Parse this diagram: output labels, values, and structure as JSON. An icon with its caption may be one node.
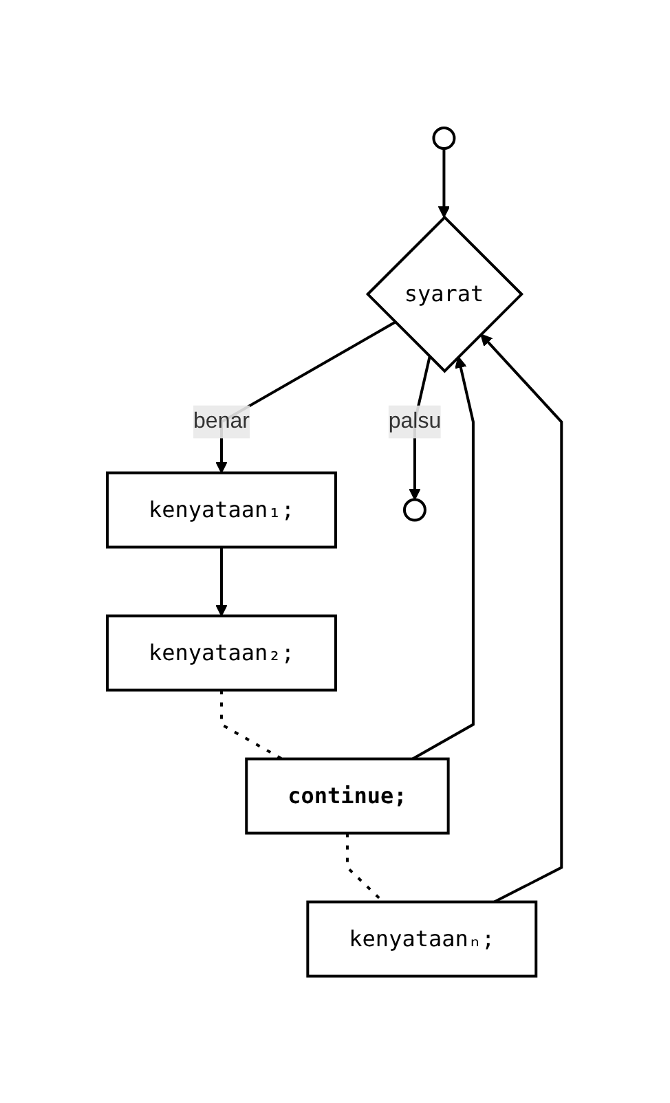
{
  "diagram": {
    "nodes": [
      {
        "text": [],
        "shape": "circle"
      },
      {
        "text": [
          "syarat"
        ]
      },
      {
        "text": [
          "kenyataan₁;"
        ]
      },
      {
        "text": [
          "kenyataan₂;"
        ]
      },
      {
        "text": [
          "continue;"
        ]
      },
      {
        "text": [
          "kenyataanₙ;"
        ]
      },
      {
        "text": [],
        "shape": "circle"
      }
    ],
    "edges": [
      {
        "from": 0,
        "to": 1,
        "arrow": "to"
      },
      {
        "from": 1,
        "to": 2,
        "arrow": "to",
        "label": "benar"
      },
      {
        "from": 2,
        "to": 3,
        "arrow": "to"
      },
      {
        "from": 3,
        "to": 4,
        "arrow": "none",
        "style": "dashed"
      },
      {
        "from": 4,
        "to": 5,
        "arrow": "none",
        "style": "dashed"
      },
      {
        "from": 4,
        "to": 1,
        "arrow": "to"
      },
      {
        "from": 5,
        "to": 1,
        "arrow": "to"
      },
      {
        "from": 1,
        "to": 6,
        "arrow": "to",
        "label": "palsu"
      }
    ]
  }
}
